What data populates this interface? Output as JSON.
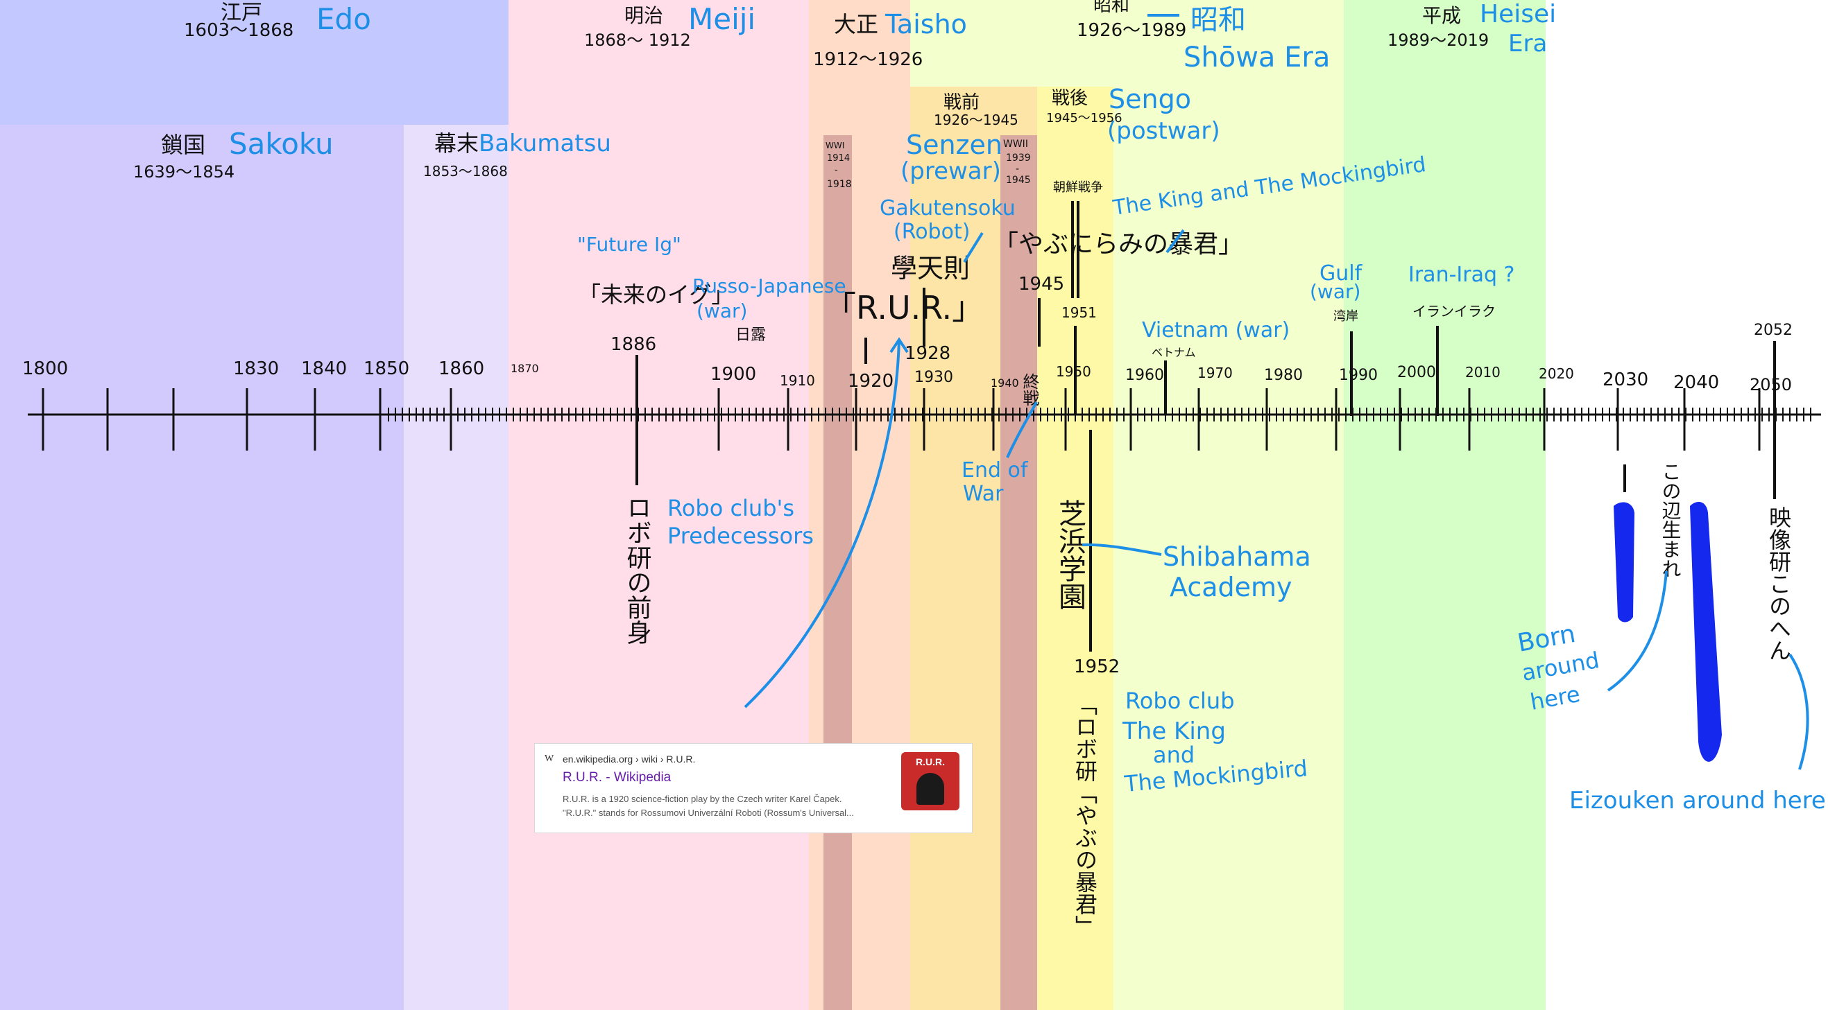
{
  "eras_top": [
    {
      "id": "edo",
      "jp": "江戸",
      "en": "Edo",
      "range": "1603〜1868",
      "color": "#c3c8ff"
    },
    {
      "id": "meiji",
      "jp": "明治",
      "en": "Meiji",
      "range": "1868〜 1912",
      "color": "#ffdeea"
    },
    {
      "id": "taisho",
      "jp": "大正",
      "en": "Taisho",
      "range": "1912〜1926",
      "color": "#ffdcc7"
    },
    {
      "id": "showa",
      "jp": "昭和",
      "en": "昭和",
      "en2": "Shōwa Era",
      "range": "1926〜1989",
      "color": "#f3ffcc"
    },
    {
      "id": "heisei",
      "jp": "平成",
      "en": "Heisei",
      "en2": "Era",
      "range": "1989〜2019",
      "color": "#d6ffc8"
    }
  ],
  "eras_sub": [
    {
      "id": "sakoku",
      "jp": "鎖国",
      "en": "Sakoku",
      "range": "1639〜1854",
      "color": "#d2c9fc"
    },
    {
      "id": "bakumatsu",
      "jp": "幕末",
      "en": "Bakumatsu",
      "range": "1853〜1868",
      "color": "#e8dffc"
    },
    {
      "id": "senzen",
      "jp": "戦前",
      "en": "Senzen",
      "en2": "(prewar)",
      "range": "1926〜1945",
      "color": "#fde5a8"
    },
    {
      "id": "sengo",
      "jp": "戦後",
      "en": "Sengo",
      "en2": "(postwar)",
      "range": "1945〜1956",
      "color": "#fdf9a6"
    }
  ],
  "wars": [
    {
      "id": "ww1",
      "label": "WWI",
      "from": "1914",
      "dash": "-",
      "to": "1918"
    },
    {
      "id": "ww2",
      "label": "WWII",
      "from": "1939",
      "dash": "-",
      "to": "1945"
    }
  ],
  "axis": {
    "tick_labels": [
      "1800",
      "1830",
      "1840",
      "1850",
      "1860",
      "1870",
      "1900",
      "1910",
      "1920",
      "1930",
      "1940",
      "1950",
      "1960",
      "1970",
      "1980",
      "1990",
      "2000",
      "2010",
      "2020",
      "2030",
      "2040",
      "2050"
    ],
    "extra_years": {
      "y1886": "1886",
      "y1928": "1928",
      "y1945": "1945",
      "y1951": "1951",
      "y1952": "1952",
      "y2052": "2052"
    }
  },
  "events": {
    "future_ig": "\"Future Ig\"",
    "mirai_no_igu": "「未来のイグ」",
    "russo_japanese": "Russo-Japanese",
    "russo_war": "(war)",
    "nichiro": "日露",
    "rur": "「R.U.R.」",
    "gakutensoku": "Gakutensoku",
    "robot": "(Robot)",
    "gakutensoku_jp": "學天則",
    "shusen": "終戦",
    "end_of": "End of",
    "war": "War",
    "asahi": "朝鮮戦争",
    "king_mockingbird": "The King and The Mockingbird",
    "yabunirami": "「やぶにらみの暴君」",
    "vietnam": "Vietnam (war)",
    "vietnam_jp": "ベトナム",
    "gulf": "Gulf",
    "gulf_war": "(war)",
    "gulf_jp": "湾岸",
    "iran_iraq": "Iran-Iraq ?",
    "iran_iraq_jp": "イランイラク",
    "robo_predecessors_jp": "ロボ研の前身",
    "robo_predecessors_1": "Robo club's",
    "robo_predecessors_2": "Predecessors",
    "shibahama_jp": "芝浜学園",
    "shibahama_1": "Shibahama",
    "shibahama_2": "Academy",
    "robo_club_jp": "「ロボ研「やぶの暴君」",
    "robo_club_1": "Robo club",
    "robo_club_2": "The King",
    "robo_club_3": "and",
    "robo_club_4": "The Mockingbird",
    "born_jp": "この辺生まれ",
    "born_1": "Born",
    "born_2": "around",
    "born_3": "here",
    "eizoken_jp": "映像研このへん",
    "eizoken": "Eizouken around here"
  },
  "wiki_card": {
    "favicon": "W",
    "url": "en.wikipedia.org › wiki › R.U.R.",
    "title": "R.U.R. - Wikipedia",
    "snippet1": "R.U.R. is a 1920 science-fiction play by the Czech writer Karel Čapek.",
    "snippet2": "\"R.U.R.\" stands for Rossumovi Univerzální Roboti (Rossum's Universal...",
    "thumb_text": "R.U.R."
  },
  "colors": {
    "blue_ink": "#1e8fe6",
    "black_ink": "#111111",
    "war_band": "#d9a9a2",
    "marker": "#1428ee"
  }
}
